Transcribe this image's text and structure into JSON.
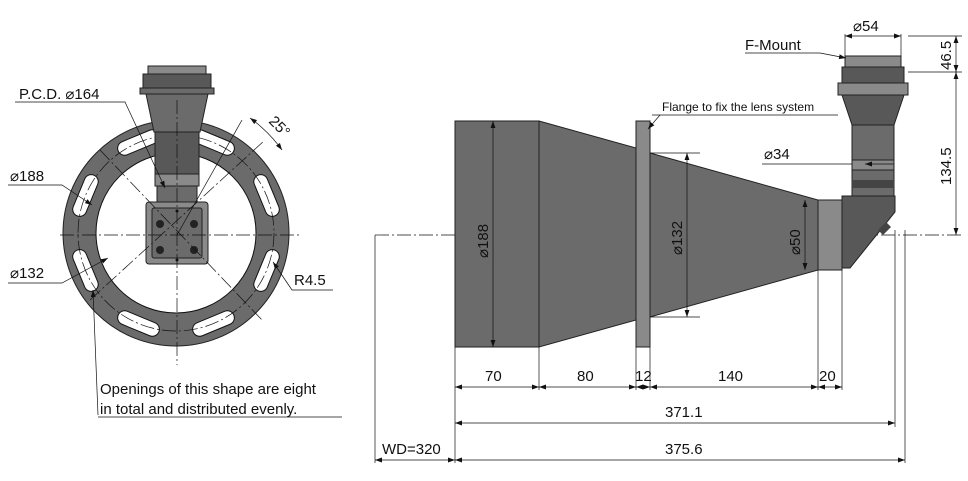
{
  "front_view": {
    "pcd_label": "P.C.D. ⌀164",
    "od_label": "⌀188",
    "id_label": "⌀132",
    "angle_label": "25°",
    "radius_label": "R4.5",
    "note_line1": "Openings of this shape are eight",
    "note_line2": "in total and distributed evenly."
  },
  "side_view": {
    "mount_label": "F-Mount",
    "mount_diameter_label": "⌀54",
    "flange_label": "Flange to fix the lens system",
    "small_diameter_label": "⌀34",
    "big_diameter_label": "⌀188",
    "mid_diameter_label": "⌀132",
    "neck_diameter_label": "⌀50",
    "height_top_label": "46.5",
    "height_label": "134.5",
    "dims": [
      "70",
      "80",
      "12",
      "140",
      "20"
    ],
    "total_label": "371.1",
    "overall_label": "375.6",
    "wd_label": "WD=320"
  }
}
